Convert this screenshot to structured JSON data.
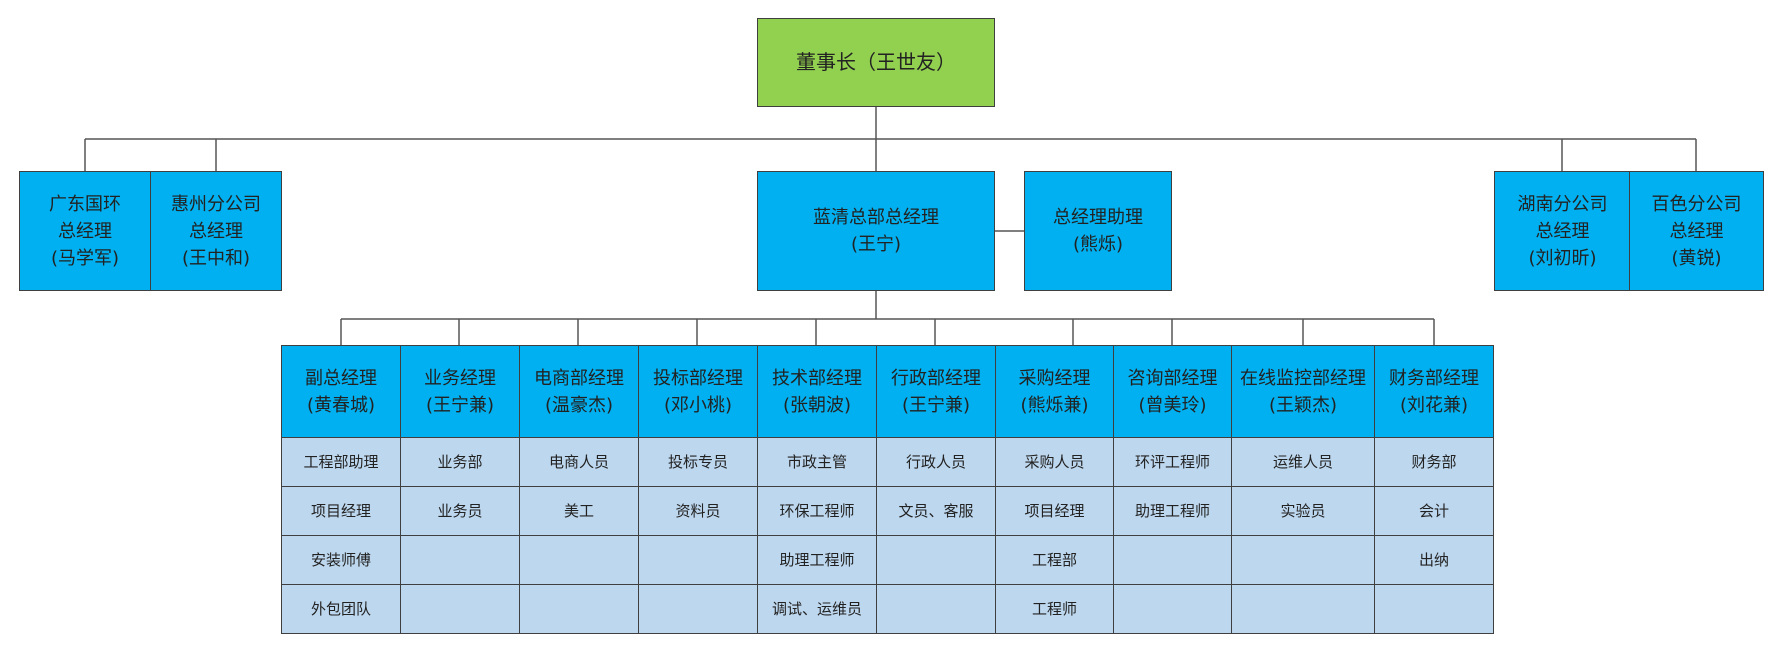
{
  "chart": {
    "chairman": "董事长（王世友）",
    "branches": {
      "guangdong": [
        "广东国环",
        "总经理",
        "(马学军)"
      ],
      "huizhou": [
        "惠州分公司",
        "总经理",
        "(王中和)"
      ],
      "hunan": [
        "湖南分公司",
        "总经理",
        "(刘初昕)"
      ],
      "baise": [
        "百色分公司",
        "总经理",
        "(黄锐)"
      ]
    },
    "headquarters": [
      "蓝清总部总经理",
      "(王宁)"
    ],
    "assistant": [
      "总经理助理",
      "(熊烁)"
    ],
    "departments": [
      {
        "title": [
          "副总经理",
          "(黄春城)"
        ],
        "items": [
          "工程部助理",
          "项目经理",
          "安装师傅",
          "外包团队"
        ]
      },
      {
        "title": [
          "业务经理",
          "(王宁兼)"
        ],
        "items": [
          "业务部",
          "业务员",
          "",
          ""
        ]
      },
      {
        "title": [
          "电商部经理",
          "(温豪杰)"
        ],
        "items": [
          "电商人员",
          "美工",
          "",
          ""
        ]
      },
      {
        "title": [
          "投标部经理",
          "(邓小桃)"
        ],
        "items": [
          "投标专员",
          "资料员",
          "",
          ""
        ]
      },
      {
        "title": [
          "技术部经理",
          "(张朝波)"
        ],
        "items": [
          "市政主管",
          "环保工程师",
          "助理工程师",
          "调试、运维员"
        ]
      },
      {
        "title": [
          "行政部经理",
          "(王宁兼)"
        ],
        "items": [
          "行政人员",
          "文员、客服",
          "",
          ""
        ]
      },
      {
        "title": [
          "采购经理",
          "(熊烁兼)"
        ],
        "items": [
          "采购人员",
          "项目经理",
          "工程部",
          "工程师"
        ]
      },
      {
        "title": [
          "咨询部经理",
          "(曾美玲)"
        ],
        "items": [
          "环评工程师",
          "助理工程师",
          "",
          ""
        ]
      },
      {
        "title": [
          "在线监控部经理",
          "(王颖杰)"
        ],
        "items": [
          "运维人员",
          "实验员",
          "",
          ""
        ]
      },
      {
        "title": [
          "财务部经理",
          "(刘花兼)"
        ],
        "items": [
          "财务部",
          "会计",
          "出纳",
          ""
        ]
      }
    ]
  },
  "colors": {
    "chairman": "#92d050",
    "primary": "#00b0f0",
    "cells": "#bdd7ee",
    "border": "#3f3f3f",
    "connector": "#555555"
  }
}
